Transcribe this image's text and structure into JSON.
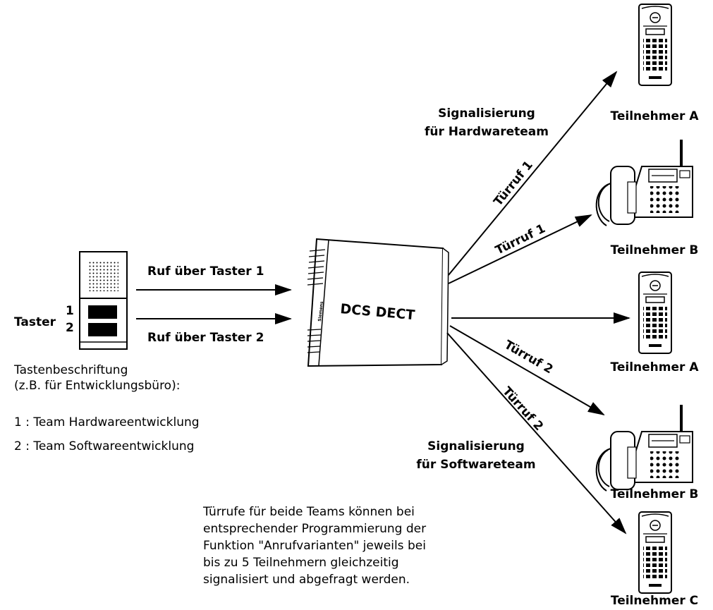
{
  "door_station": {
    "label": "Taster",
    "button_1": "1",
    "button_2": "2"
  },
  "central": {
    "label": "DCS DECT",
    "brand": "Siemens"
  },
  "arrows": {
    "call_1": "Ruf über Taster 1",
    "call_2": "Ruf über Taster 2"
  },
  "signaling": {
    "hardware_line1": "Signalisierung",
    "hardware_line2": "für Hardwareteam",
    "software_line1": "Signalisierung",
    "software_line2": "für Softwareteam"
  },
  "door_calls": {
    "hw_a": "Türruf 1",
    "hw_b": "Türruf 1",
    "sw_b": "Türruf 2",
    "sw_c": "Türruf 2"
  },
  "participants": {
    "p1": "Teilnehmer A",
    "p2": "Teilnehmer B",
    "p3": "Teilnehmer A",
    "p4": "Teilnehmer B",
    "p5": "Teilnehmer C"
  },
  "key_labels": {
    "heading_line1": "Tastenbeschriftung",
    "heading_line2": "(z.B. für Entwicklungsbüro):",
    "item_1": "1 : Team Hardwareentwicklung",
    "item_2": "2 : Team Softwareentwicklung"
  },
  "note": {
    "line1": "Türrufe für beide Teams können bei",
    "line2": "entsprechender Programmierung der",
    "line3": "Funktion \"Anrufvarianten\" jeweils bei",
    "line4": "bis zu 5 Teilnehmern gleichzeitig",
    "line5": "signalisiert und abgefragt werden."
  }
}
